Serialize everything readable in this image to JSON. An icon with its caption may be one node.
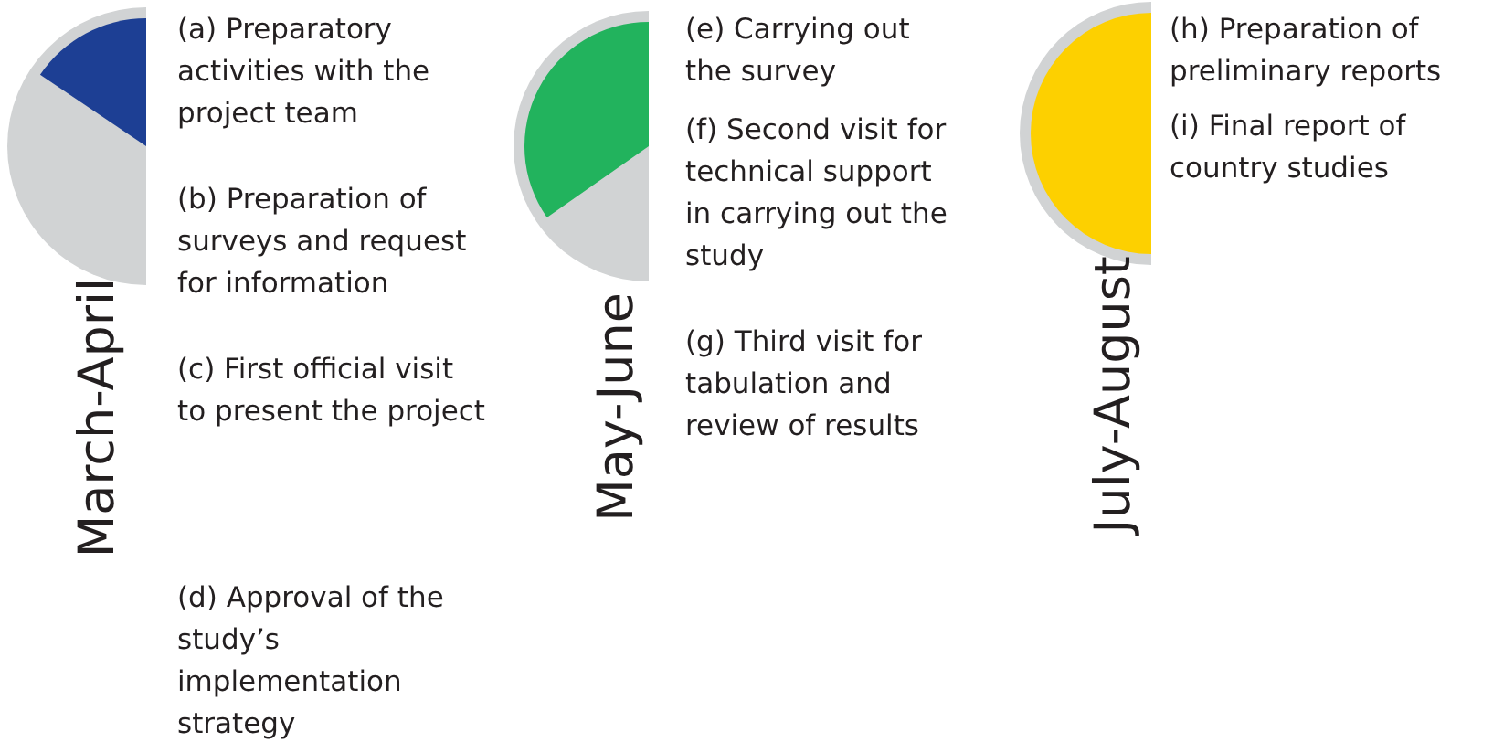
{
  "diagram": {
    "labels": [
      "March-April",
      "(a) Preparatory activities with the project team",
      "(b) Preparation of surveys and request for information",
      "(c) First official visit to present the project",
      "(d) Approval of the study’s implementation strategy",
      "May-June",
      "(e) Carrying out the survey",
      "(f) Second visit for technical support in carrying out the study",
      "(g) Third visit for tabulation and review of results",
      "July-August",
      "(h) Preparation of preliminary reports",
      "(i) Final report of country studies"
    ]
  }
}
